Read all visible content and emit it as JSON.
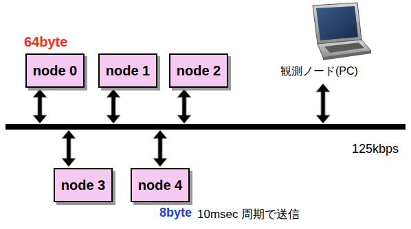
{
  "diagram": {
    "nodes": [
      {
        "text": [
          "node 0"
        ]
      },
      {
        "text": [
          "node 1"
        ]
      },
      {
        "text": [
          "node 2"
        ]
      },
      {
        "text": [
          "node 3"
        ]
      },
      {
        "text": [
          "node 4"
        ]
      }
    ],
    "labels": [
      "64byte",
      "観測ノード(PC)",
      "125kbps",
      "8byte",
      "10msec 周期で送信"
    ]
  }
}
